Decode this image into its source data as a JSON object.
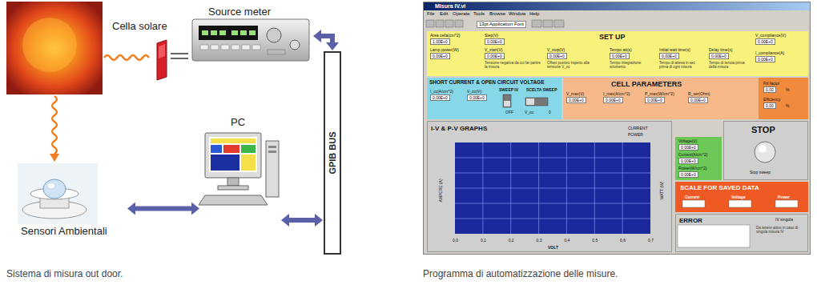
{
  "diagram": {
    "nodes": [
      {
        "text": [
          "Cella solare"
        ]
      },
      {
        "text": [
          "Source meter"
        ]
      },
      {
        "text": [
          "GPIB BUS"
        ]
      },
      {
        "text": [
          "PC"
        ]
      },
      {
        "text": [
          "Sensori Ambientali"
        ]
      },
      {
        "text": [
          "Misura IV.vi"
        ]
      },
      {
        "text": [
          "SET UP"
        ],
        "in": 5
      },
      {
        "text": [
          "SHORT CURRENT & OPEN CIRCUIT VOLTAGE"
        ],
        "in": 5
      },
      {
        "text": [
          "CELL PARAMETERS"
        ],
        "in": 5
      },
      {
        "text": [
          "I-V & P-V GRAPHS"
        ],
        "in": 5
      },
      {
        "text": [
          "Voltage(V)",
          "Current(A/cm^2)",
          "Power(W/cm^2)"
        ],
        "in": 5
      },
      {
        "text": [
          "STOP",
          "Stop sweep"
        ],
        "in": 5
      },
      {
        "text": [
          "SCALE FOR SAVED DATA"
        ],
        "in": 5
      },
      {
        "text": [
          "ERROR"
        ],
        "in": 5
      }
    ],
    "edges": [
      {
        "from": 0,
        "to": 1,
        "arrow": "none"
      },
      {
        "from": 1,
        "to": 2,
        "arrow": "both"
      },
      {
        "from": 3,
        "to": 2,
        "arrow": "both"
      },
      {
        "from": 4,
        "to": 3,
        "arrow": "both"
      }
    ],
    "labels": [
      "Sistema di misura out door.",
      "Programma di automatizzazione delle misure.",
      "File",
      "Edit",
      "Operate",
      "Tools",
      "Browse",
      "Window",
      "Help",
      "13pt Application Font",
      "Area cella(cm^2)",
      "1,00E+0",
      "Step(V)",
      "0,00E+0",
      "V_compliance(V)",
      "0,00E+0",
      "Lamp power(W)",
      "0,00E+0",
      "V_start(V)",
      "0,00E+0",
      "Tensione negativa da cui far partire la misura",
      "V_stop(V)",
      "0,00E+0",
      "Offset positivo rispetto alla tensione V_oc",
      "Tempo att(s)",
      "0,00E+0",
      "Tempo integrazione strumento",
      "Initial wait time(s)",
      "0,00E+0",
      "Tempo di attesa in sec prima di ogni misura",
      "Delay time(s)",
      "0,00E+0",
      "Tempo di tenuta prima della misura",
      "I_compliance(A)",
      "0,00E+0",
      "I_cc(A/cm^2)",
      "0,00E+0",
      "V_oc(V)",
      "0,00E+0",
      "SWEEP IV",
      "OFF",
      "SCELTA SWEEP",
      "V_oc",
      "0",
      "V_max(V)",
      "0,00E+0",
      "I_max(A/cm^2)",
      "0,00E+0",
      "P_max(W/cm^2)",
      "0,00E+0",
      "R_ser(Ohm)",
      "0,00E+0",
      "Fill factor",
      "0,00",
      "%",
      "Efficiency",
      "0,00",
      "%",
      "CURRENT",
      "POWER",
      "AMPERE (A)",
      "WATT (W)",
      "0,0",
      "0,1",
      "0,2",
      "0,3",
      "0,4",
      "0,5",
      "0,6",
      "0,7",
      "VOLT",
      "Current",
      "Voltage",
      "Power",
      "IV singola",
      "Da tenere attivo in caso di singola misura IV",
      "0,00E+0",
      "0,00E+0",
      "0,00E+0"
    ]
  }
}
